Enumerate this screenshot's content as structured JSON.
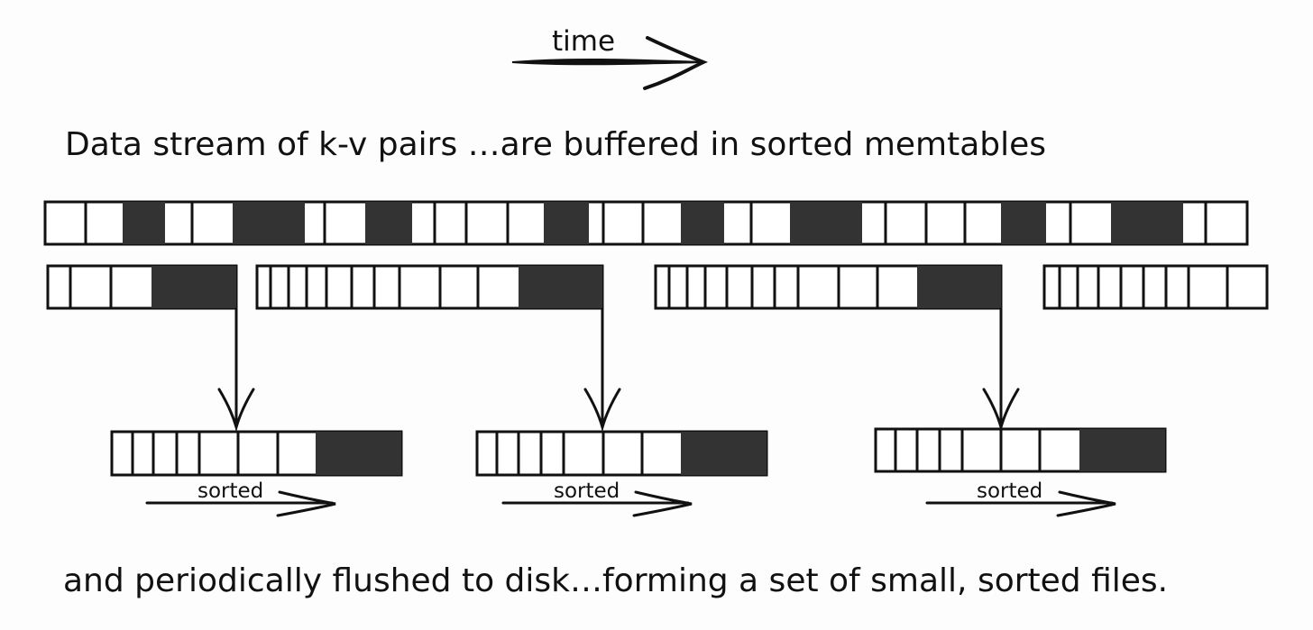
{
  "labels": {
    "time": "time",
    "top_caption": "Data stream of k-v pairs  …are buffered in sorted memtables",
    "bottom_caption": "and periodically flushed to disk…forming a set of small, sorted files.",
    "sorted_1": "sorted",
    "sorted_2": "sorted",
    "sorted_3": "sorted"
  },
  "colors": {
    "ink": "#111111",
    "dark_cell": "#333333",
    "light_cell": "#ffffff",
    "background": "#fdfdfd"
  }
}
